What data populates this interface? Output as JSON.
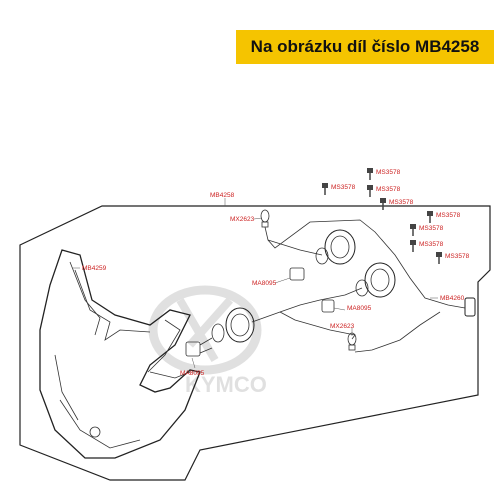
{
  "banner": {
    "text": "Na obrázku díl číslo MB4258"
  },
  "watermark": {
    "text": "KYMCO"
  },
  "colors": {
    "banner_bg": "#f5c400",
    "label": "#cc2222"
  },
  "parts": {
    "mb4258": "MB4258",
    "mb4259": "MB4259",
    "mb4260": "MB4260",
    "mx2623_top": "MX2623",
    "mx2623_bottom": "MX2623",
    "ma8095_a": "MA8095",
    "ma8095_b": "MA8095",
    "ma8095_c": "MA8095",
    "ms3578": [
      "MS3578",
      "MS3578",
      "MS3578",
      "MS3578",
      "MS3578",
      "MS3578",
      "MS3578",
      "MS3578"
    ]
  }
}
